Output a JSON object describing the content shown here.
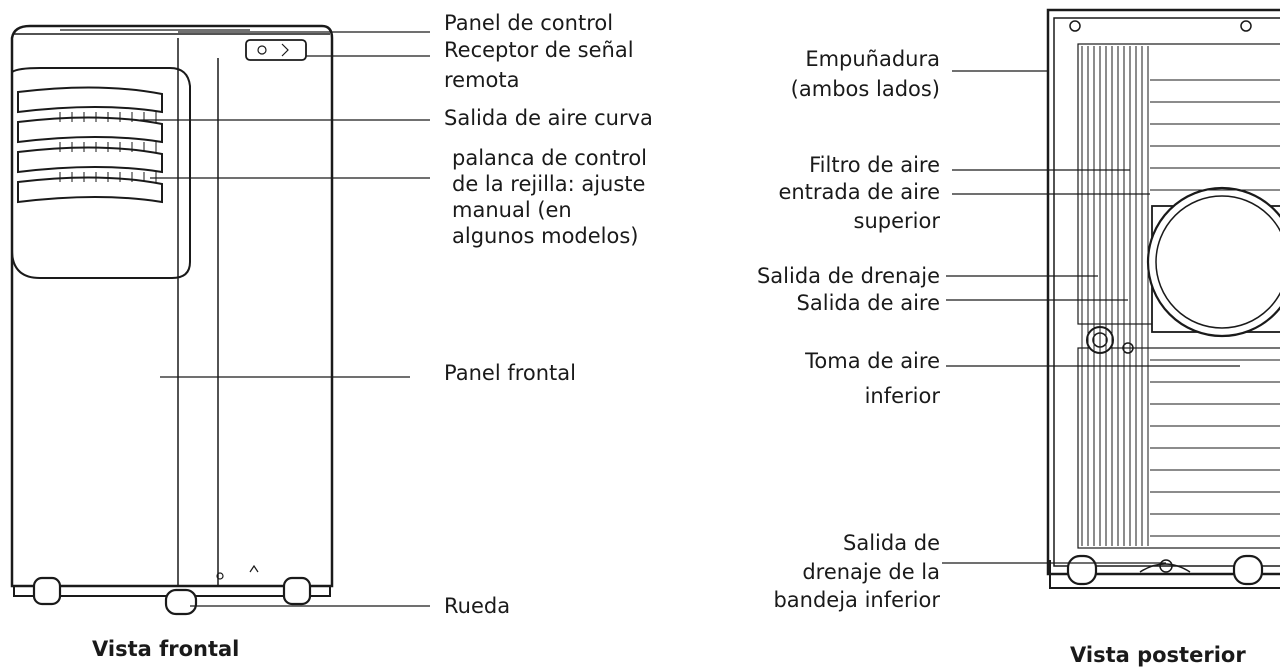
{
  "front": {
    "caption": "Vista frontal",
    "labels": {
      "control_panel": "Panel de control",
      "signal_receiver_1": "Receptor de señal",
      "signal_receiver_2": "remota",
      "curved_outlet": "Salida de aire curva",
      "louver_1": "palanca de control",
      "louver_2": "de la rejilla: ajuste",
      "louver_3": "manual (en",
      "louver_4": "algunos modelos)",
      "front_panel": "Panel frontal",
      "wheel": "Rueda"
    }
  },
  "rear": {
    "caption": "Vista posterior",
    "labels": {
      "handle_1": "Empuñadura",
      "handle_2": "(ambos lados)",
      "filter": "Filtro de aire",
      "upper_intake_1": "entrada de aire",
      "upper_intake_2": "superior",
      "drain_outlet": "Salida de drenaje",
      "air_outlet": "Salida de aire",
      "lower_intake_1": "Toma de aire",
      "lower_intake_2": "inferior",
      "tray_drain_1": "Salida de",
      "tray_drain_2": "drenaje de la",
      "tray_drain_3": "bandeja inferior"
    }
  },
  "colors": {
    "line": "#1a1a1a",
    "unit_body": "#ffffff"
  }
}
